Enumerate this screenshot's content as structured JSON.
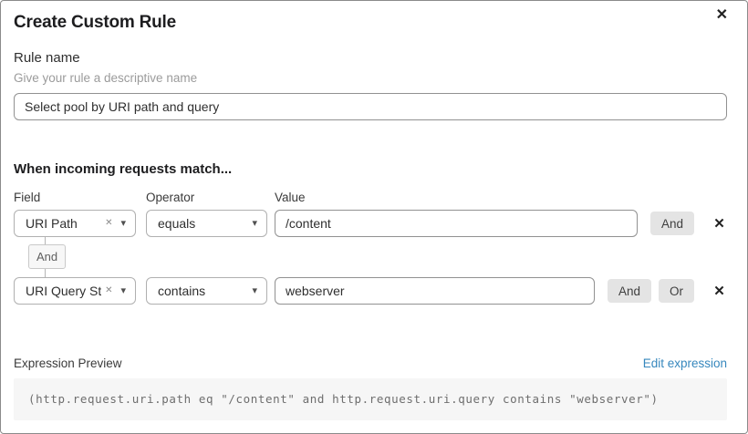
{
  "dialog": {
    "title": "Create Custom Rule"
  },
  "icons": {
    "close": "✕",
    "caret_down": "▾",
    "clear": "✕",
    "remove": "✕"
  },
  "rule_name": {
    "label": "Rule name",
    "hint": "Give your rule a descriptive name",
    "value": "Select pool by URI path and query"
  },
  "match": {
    "heading": "When incoming requests match...",
    "columns": {
      "field": "Field",
      "operator": "Operator",
      "value": "Value"
    },
    "connector_label": "And",
    "rows": [
      {
        "field": "URI Path",
        "operator": "equals",
        "value": "/content",
        "and_label": "And"
      },
      {
        "field": "URI Query St...",
        "operator": "contains",
        "value": "webserver",
        "and_label": "And",
        "or_label": "Or"
      }
    ]
  },
  "expression": {
    "label": "Expression Preview",
    "edit_link": "Edit expression",
    "code": "(http.request.uri.path eq \"/content\" and http.request.uri.query contains \"webserver\")"
  },
  "colors": {
    "link_blue": "#3687bd",
    "pill_bg": "#e4e4e4",
    "code_bg": "#f6f6f6",
    "badge_bg": "#f7f7f7"
  }
}
